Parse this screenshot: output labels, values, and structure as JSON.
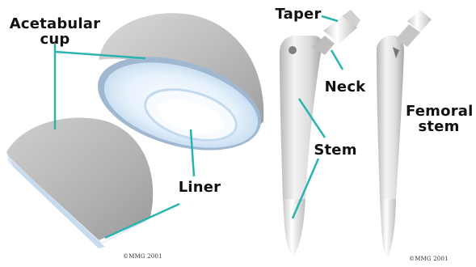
{
  "labels": {
    "acetabular_cup_line1": "Acetabular",
    "acetabular_cup_line2": "cup",
    "liner": "Liner",
    "taper": "Taper",
    "neck": "Neck",
    "stem": "Stem",
    "femoral_stem_line1": "Femoral",
    "femoral_stem_line2": "stem"
  },
  "copyright": {
    "left": "©MMG 2001",
    "right": "©MMG 2001"
  },
  "colors": {
    "pointer_line": "#2bb3b0",
    "metal_light": "#eeeeee",
    "metal_dark": "#a9a9a9",
    "liner_blue": "#cfe4f7"
  }
}
